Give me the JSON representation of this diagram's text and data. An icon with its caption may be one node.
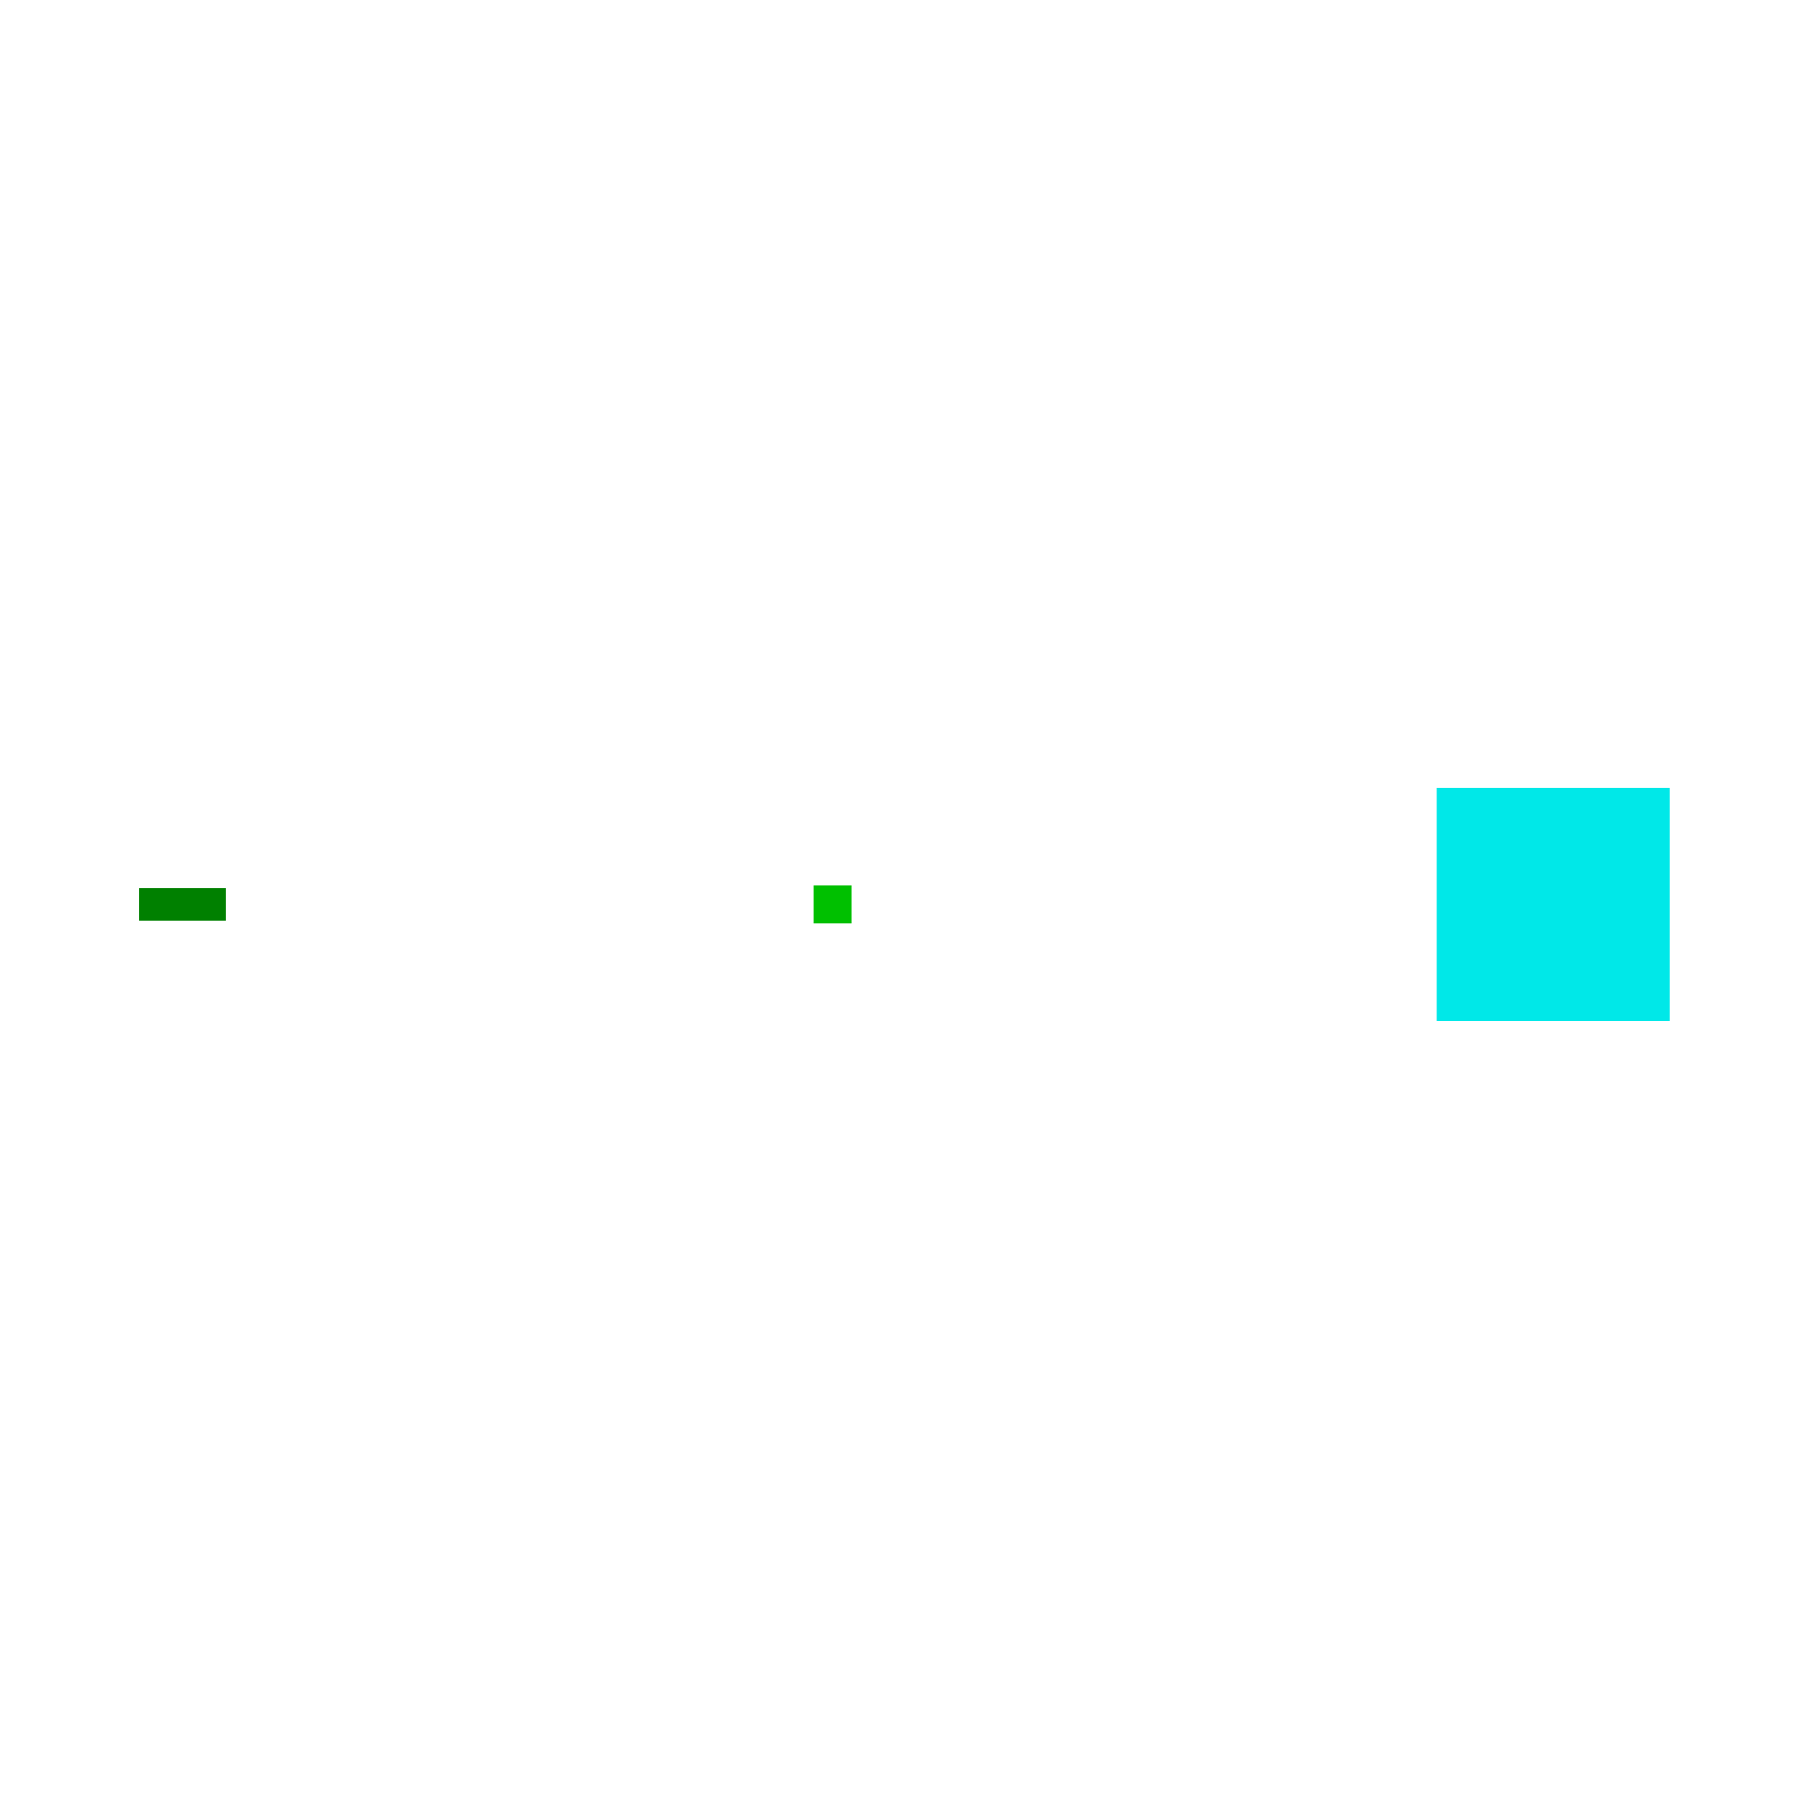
{
  "diagram": {
    "nodes": [
      {
        "text": [],
        "shape": "bar"
      },
      {
        "text": [],
        "shape": "box"
      },
      {
        "text": [],
        "shape": "box"
      }
    ]
  }
}
